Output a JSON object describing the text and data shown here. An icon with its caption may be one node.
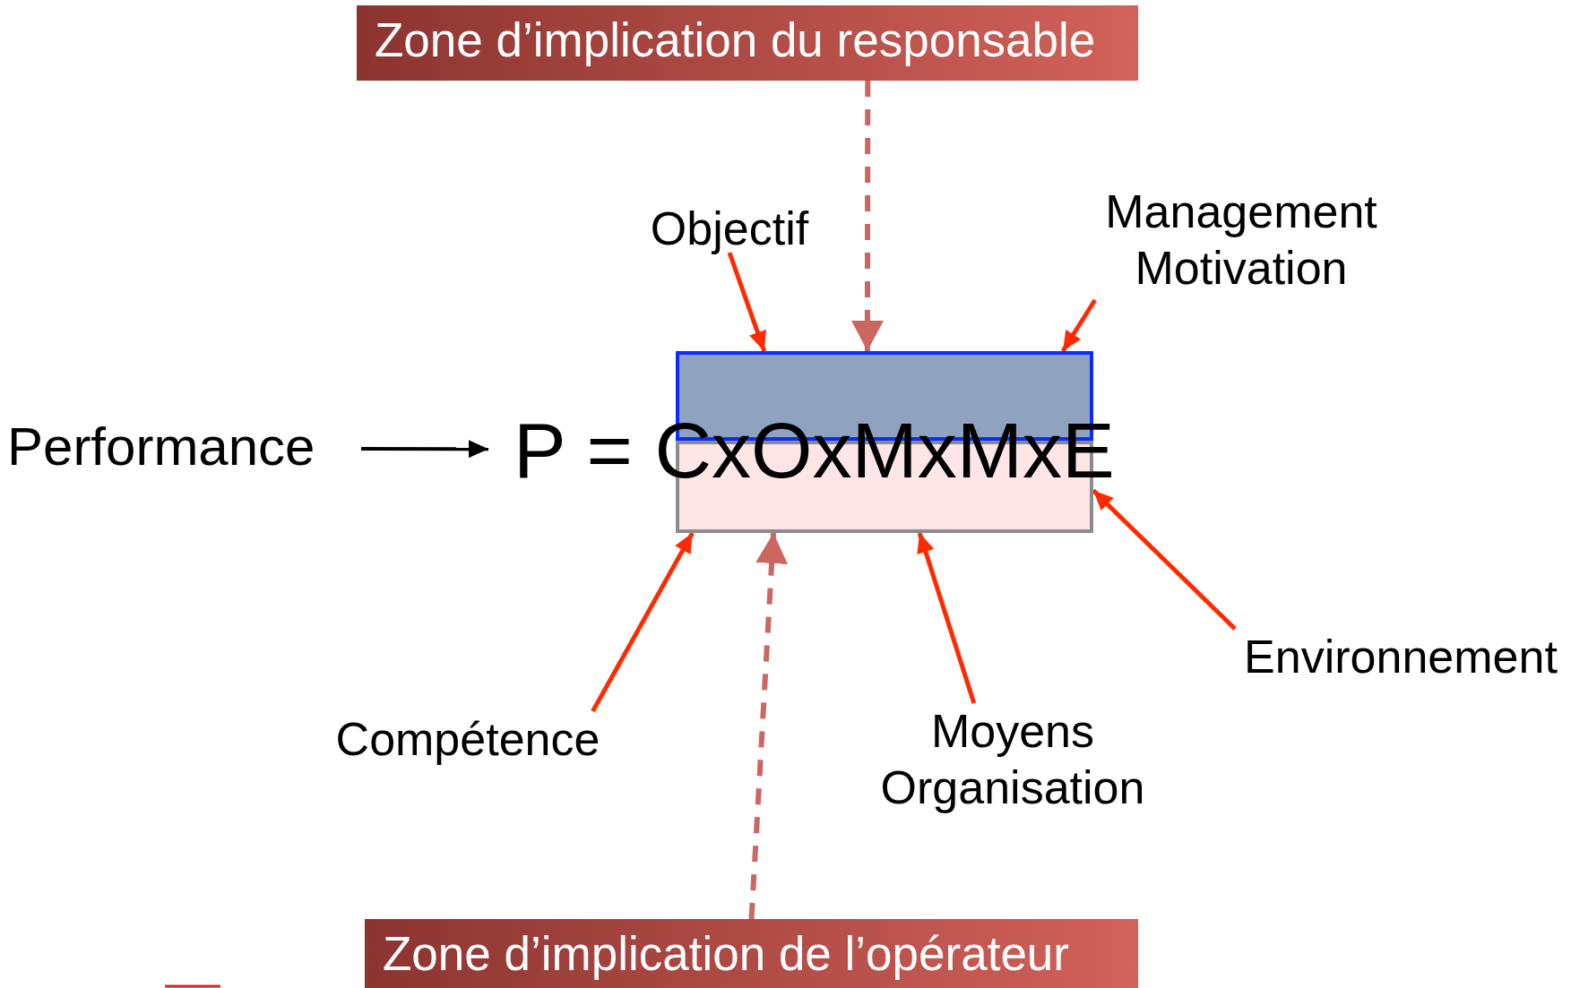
{
  "diagram": {
    "nodes": [
      {
        "text": [
          "Zone d’implication du responsable"
        ]
      },
      {
        "text": [
          "Objectif"
        ]
      },
      {
        "text": [
          "Management Motivation"
        ]
      },
      {
        "text": [],
        "shape": "box"
      },
      {
        "text": [
          "Performance"
        ]
      },
      {
        "text": [
          "P = CxOxMxMxE"
        ]
      },
      {
        "text": [],
        "shape": "box"
      },
      {
        "text": [
          "Environnement"
        ]
      },
      {
        "text": [
          "Compétence"
        ]
      },
      {
        "text": [
          "Moyens Organisation"
        ]
      },
      {
        "text": [
          "Zone d’implication de l’opérateur"
        ]
      }
    ],
    "edges": [
      {
        "from": 4,
        "to": 5,
        "arrow": "to",
        "color": "#000000"
      },
      {
        "from": 0,
        "to": 3,
        "arrow": "to",
        "style": "dashed",
        "color": "#cc6660"
      },
      {
        "from": 10,
        "to": 6,
        "arrow": "to",
        "style": "dashed",
        "color": "#cc6660"
      },
      {
        "from": 1,
        "to": 3,
        "arrow": "to"
      },
      {
        "from": 2,
        "to": 3,
        "arrow": "to"
      },
      {
        "from": 8,
        "to": 6,
        "arrow": "to"
      },
      {
        "from": 9,
        "to": 6,
        "arrow": "to"
      },
      {
        "from": 7,
        "to": 6,
        "arrow": "to"
      }
    ]
  }
}
